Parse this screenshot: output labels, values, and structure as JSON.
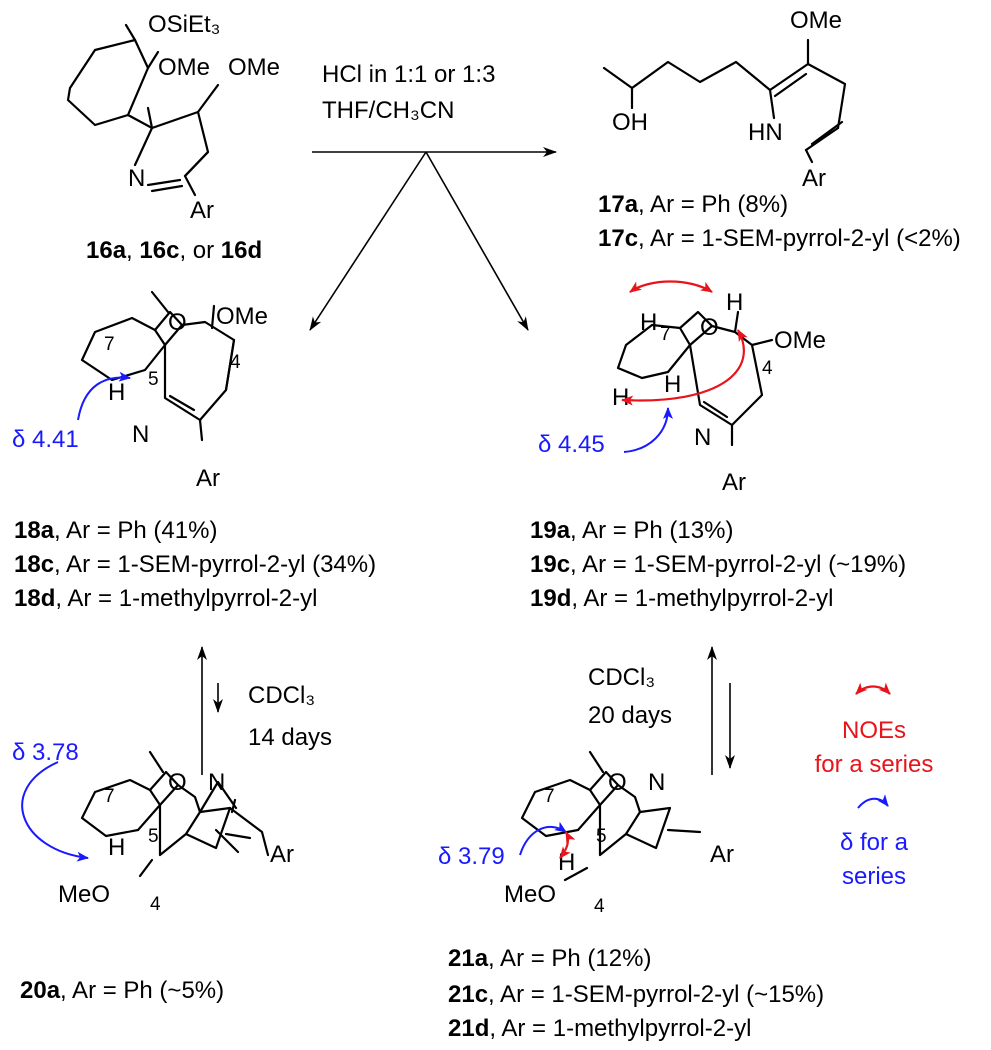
{
  "colors": {
    "blue": "#1a1aff",
    "red": "#e8141b",
    "black": "#000000"
  },
  "reagents": {
    "line1": "HCl in 1:1 or 1:3",
    "line2": "THF/CH₃CN",
    "cdcl3_left": "CDCl₃",
    "days_left": "14 days",
    "cdcl3_right": "CDCl₃",
    "days_right": "20 days"
  },
  "sm": {
    "osi": "OSiEt₃",
    "ome1": "OMe",
    "ome2": "OMe",
    "n": "N",
    "ar": "Ar",
    "caption": {
      "a": "16a",
      "sep1": ", ",
      "c": "16c",
      "sep2": ", or ",
      "d": "16d"
    }
  },
  "c17": {
    "ome": "OMe",
    "oh": "OH",
    "hn": "HN",
    "ar": "Ar",
    "lines": [
      {
        "id": "17a",
        "text": ", Ar = Ph (8%)"
      },
      {
        "id": "17c",
        "text": ", Ar = 1-SEM-pyrrol-2-yl (<2%)"
      }
    ]
  },
  "c18": {
    "n7": "7",
    "o": "O",
    "ome": "OMe",
    "n4": "4",
    "h": "H",
    "n5": "5",
    "n": "N",
    "ar": "Ar",
    "shift": "δ 4.41",
    "lines": [
      {
        "id": "18a",
        "text": ", Ar = Ph (41%)"
      },
      {
        "id": "18c",
        "text": ", Ar = 1-SEM-pyrrol-2-yl (34%)"
      },
      {
        "id": "18d",
        "text": ", Ar = 1-methylpyrrol-2-yl"
      }
    ]
  },
  "c19": {
    "h1": "H",
    "n7": "7",
    "o": "O",
    "h2": "H",
    "ome": "OMe",
    "n4": "4",
    "h3": "H",
    "h4": "H",
    "n": "N",
    "ar": "Ar",
    "shift": "δ 4.45",
    "lines": [
      {
        "id": "19a",
        "text": ", Ar = Ph (13%)"
      },
      {
        "id": "19c",
        "text": ", Ar = 1-SEM-pyrrol-2-yl (~19%)"
      },
      {
        "id": "19d",
        "text": ", Ar = 1-methylpyrrol-2-yl"
      }
    ]
  },
  "c20": {
    "n7": "7",
    "o": "O",
    "n": "N",
    "ar": "Ar",
    "h": "H",
    "n5": "5",
    "meo": "MeO",
    "n4": "4",
    "shift": "δ 3.78",
    "lines": [
      {
        "id": "20a",
        "text": ", Ar = Ph (~5%)"
      }
    ]
  },
  "c21": {
    "n7": "7",
    "o": "O",
    "n": "N",
    "ar": "Ar",
    "h": "H",
    "n5": "5",
    "meo": "MeO",
    "n4": "4",
    "shift": "δ 3.79",
    "lines": [
      {
        "id": "21a",
        "text": ", Ar = Ph (12%)"
      },
      {
        "id": "21c",
        "text": ", Ar = 1-SEM-pyrrol-2-yl (~15%)"
      },
      {
        "id": "21d",
        "text": ", Ar = 1-methylpyrrol-2-yl"
      }
    ]
  },
  "legend": {
    "noe_line1": "NOEs",
    "noe_line2": "for a series",
    "shift_line1": "δ for a",
    "shift_line2": "series"
  }
}
